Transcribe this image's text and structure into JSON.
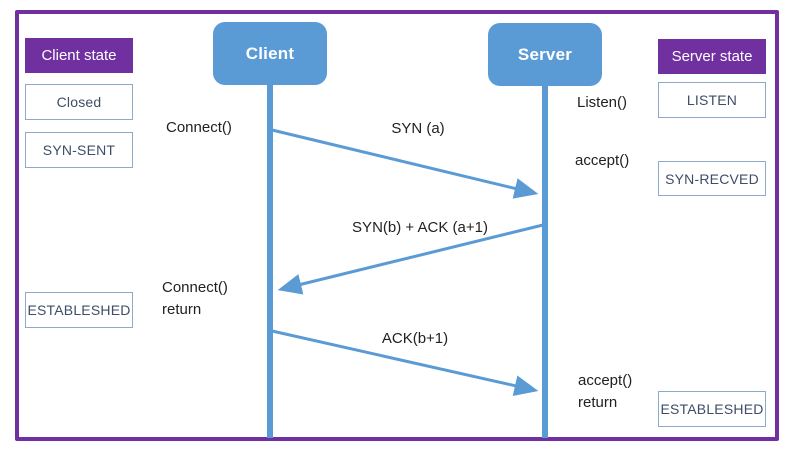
{
  "diagram": {
    "type": "sequence-diagram",
    "subject": "TCP three-way handshake"
  },
  "colors": {
    "accent_blue": "#5B9BD5",
    "accent_purple": "#7030A0",
    "state_box_border": "#8EA9C9",
    "state_box_text": "#3E4D68",
    "label_text": "#212121"
  },
  "actors": {
    "client_label": "Client",
    "server_label": "Server"
  },
  "client_column": {
    "header": "Client state",
    "state_closed": "Closed",
    "state_syn_sent": "SYN-SENT",
    "state_established": "ESTABLESHED"
  },
  "server_column": {
    "header": "Server state",
    "state_listen": "LISTEN",
    "state_syn_recved": "SYN-RECVED",
    "state_established": "ESTABLESHED"
  },
  "client_events": {
    "connect": "Connect()",
    "connect_return_line1": "Connect()",
    "connect_return_line2": "return"
  },
  "server_events": {
    "listen": "Listen()",
    "accept": "accept()",
    "accept_return_line1": "accept()",
    "accept_return_line2": "return"
  },
  "messages": {
    "syn": "SYN (a)",
    "syn_ack": "SYN(b) + ACK (a+1)",
    "ack": "ACK(b+1)"
  }
}
